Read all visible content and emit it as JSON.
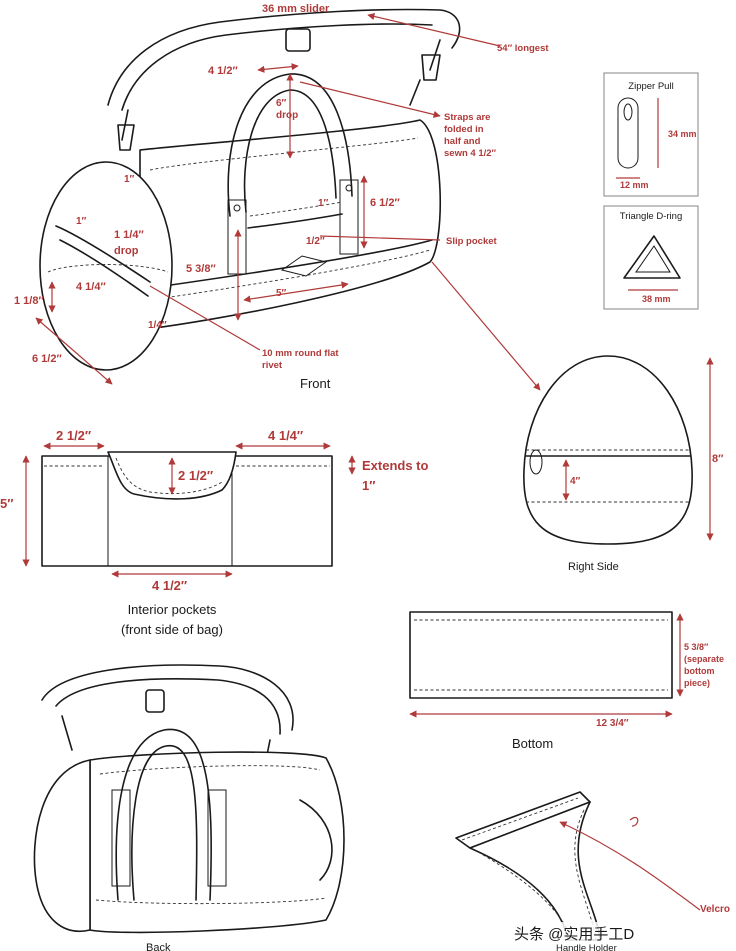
{
  "colors": {
    "dimension": "#b03a3a",
    "outline": "#1a1a1a",
    "background": "#ffffff"
  },
  "front": {
    "title": "Front",
    "slider": "36 mm slider",
    "strap_longest": "54″ longest",
    "top_span": "4 1/2″",
    "drop_value": "6″",
    "drop_word": "drop",
    "straps_note": [
      "Straps are",
      "folded in",
      "half and",
      "sewn 4 1/2″"
    ],
    "end_1": "1″",
    "handle_tab_1": "1″",
    "handle_6half": "6 1/2″",
    "slip_half": "1/2″",
    "slip_pocket": "Slip pocket",
    "height_5_3_8": "5 3/8″",
    "pocket_5": "5″",
    "side_1": "1″",
    "side_1_1_4": "1 1/4″",
    "side_drop": "drop",
    "side_4_1_4": "4 1/4″",
    "side_1_1_8": "1 1/8″",
    "side_1_4": "1/4″",
    "side_6_1_2": "6 1/2″",
    "rivet_note": [
      "10 mm round flat",
      "rivet"
    ]
  },
  "zipper_pull": {
    "title": "Zipper Pull",
    "height": "34 mm",
    "width": "12 mm"
  },
  "d_ring": {
    "title": "Triangle D-ring",
    "width": "38 mm"
  },
  "right_side": {
    "title": "Right Side",
    "height": "8″",
    "zip_drop": "4″"
  },
  "interior": {
    "title": [
      "Interior pockets",
      "(front side of bag)"
    ],
    "left_width": "2 1/2″",
    "right_width": "4 1/4″",
    "center_depth": "2 1/2″",
    "extends": [
      "Extends to",
      "1″"
    ],
    "height": "5″",
    "bottom_width": "4 1/2″"
  },
  "bottom": {
    "title": "Bottom",
    "height": [
      "5 3/8″",
      "(separate",
      "bottom",
      "piece)"
    ],
    "width": "12 3/4″"
  },
  "back": {
    "title": "Back"
  },
  "handle_holder": {
    "title": "Handle Holder",
    "velcro": "Velcro"
  },
  "watermark": "头条 @实用手工D"
}
